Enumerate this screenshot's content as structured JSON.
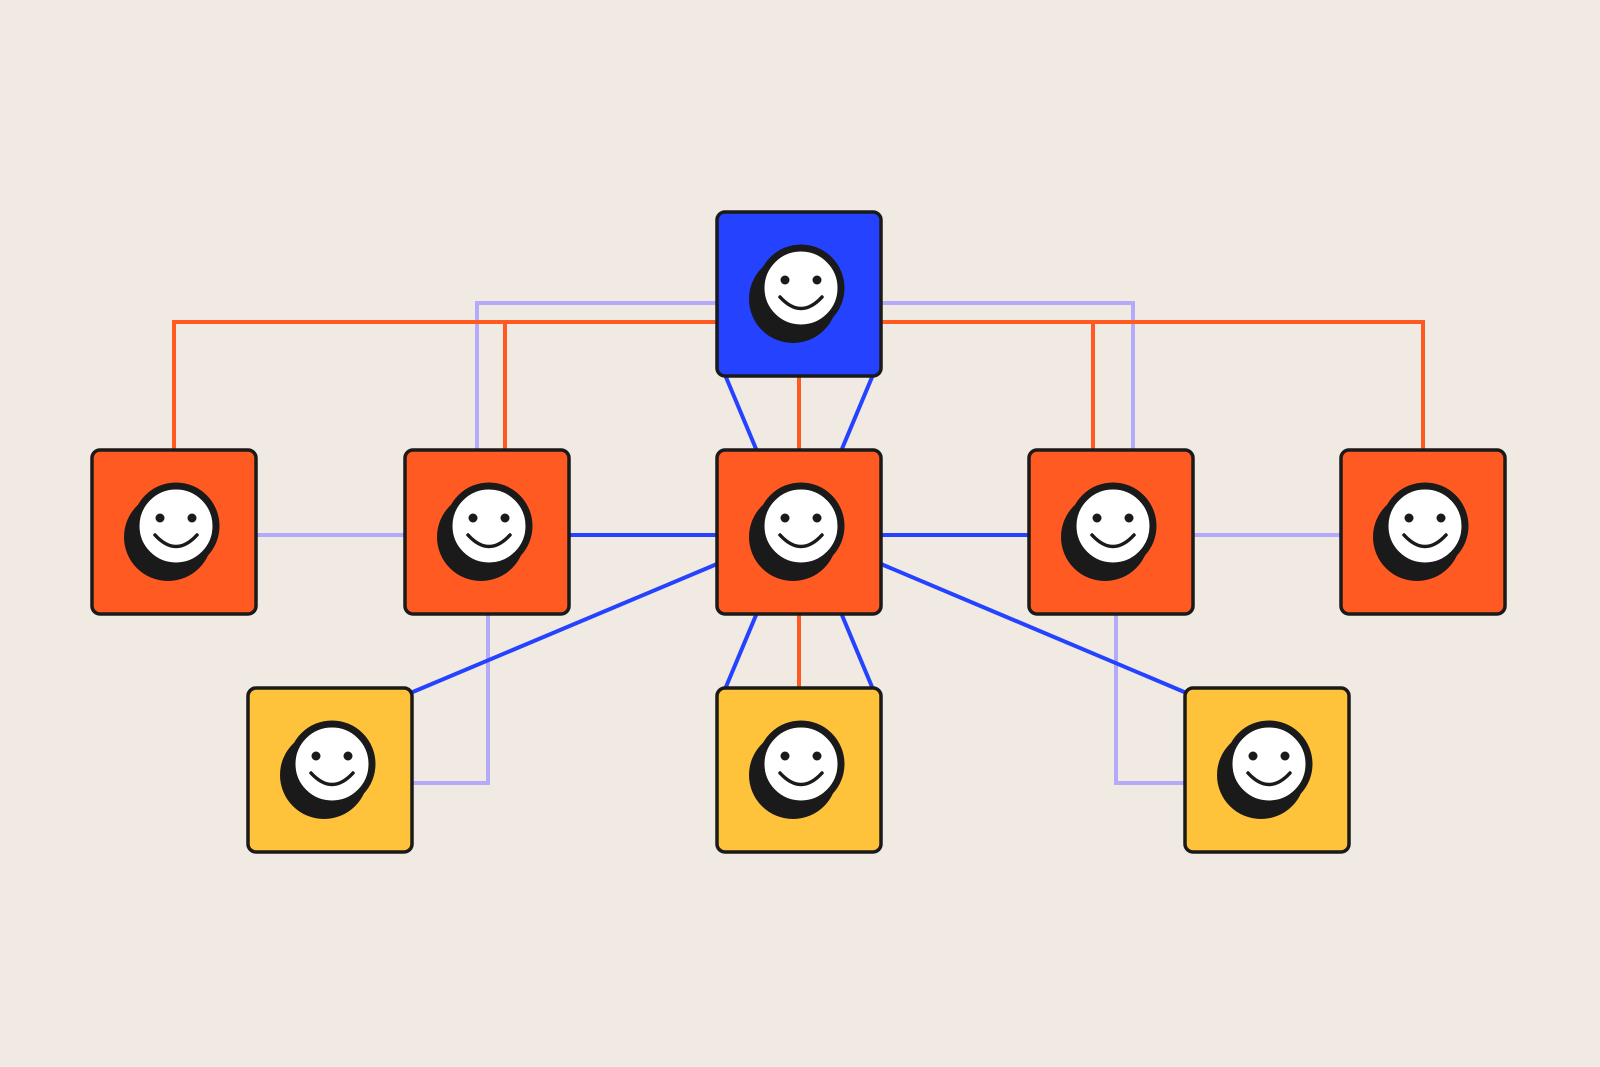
{
  "colors": {
    "background": "#F1EAE3",
    "outline": "#1A1A1A",
    "face": "#FFFFFF",
    "shadow": "#1A1A1A",
    "blue_node": "#2543FF",
    "orange_node": "#FF5A22",
    "yellow_node": "#FFC23B",
    "orange_link": "#FF5A22",
    "blue_link": "#2543FF",
    "lavender_link": "#B3AAFA"
  },
  "nodes": [
    {
      "id": "top",
      "role": "leader",
      "fill": "blue_node",
      "icon": "smiley-face-icon"
    },
    {
      "id": "mid-far-left",
      "role": "member",
      "fill": "orange_node",
      "icon": "smiley-face-icon"
    },
    {
      "id": "mid-left",
      "role": "member",
      "fill": "orange_node",
      "icon": "smiley-face-icon"
    },
    {
      "id": "mid-center",
      "role": "member",
      "fill": "orange_node",
      "icon": "smiley-face-icon"
    },
    {
      "id": "mid-right",
      "role": "member",
      "fill": "orange_node",
      "icon": "smiley-face-icon"
    },
    {
      "id": "mid-far-right",
      "role": "member",
      "fill": "orange_node",
      "icon": "smiley-face-icon"
    },
    {
      "id": "bottom-left",
      "role": "member",
      "fill": "yellow_node",
      "icon": "smiley-face-icon"
    },
    {
      "id": "bottom-center",
      "role": "member",
      "fill": "yellow_node",
      "icon": "smiley-face-icon"
    },
    {
      "id": "bottom-right",
      "role": "member",
      "fill": "yellow_node",
      "icon": "smiley-face-icon"
    }
  ],
  "edges": [
    {
      "from": "top",
      "to": "mid-far-left",
      "color": "orange_link",
      "style": "elbow"
    },
    {
      "from": "top",
      "to": "mid-left",
      "color": "orange_link",
      "style": "elbow"
    },
    {
      "from": "top",
      "to": "mid-right",
      "color": "orange_link",
      "style": "elbow"
    },
    {
      "from": "top",
      "to": "mid-far-right",
      "color": "orange_link",
      "style": "elbow"
    },
    {
      "from": "top",
      "to": "mid-left",
      "color": "lavender_link",
      "style": "elbow"
    },
    {
      "from": "top",
      "to": "mid-right",
      "color": "lavender_link",
      "style": "elbow"
    },
    {
      "from": "top",
      "to": "mid-center",
      "color": "orange_link",
      "style": "straight"
    },
    {
      "from": "top",
      "to": "mid-center",
      "color": "blue_link",
      "style": "diagonal-pair"
    },
    {
      "from": "mid-far-left",
      "to": "mid-left",
      "color": "lavender_link",
      "style": "straight"
    },
    {
      "from": "mid-left",
      "to": "mid-center",
      "color": "blue_link",
      "style": "straight"
    },
    {
      "from": "mid-center",
      "to": "mid-right",
      "color": "blue_link",
      "style": "straight"
    },
    {
      "from": "mid-right",
      "to": "mid-far-right",
      "color": "lavender_link",
      "style": "straight"
    },
    {
      "from": "mid-center",
      "to": "bottom-left",
      "color": "blue_link",
      "style": "straight"
    },
    {
      "from": "mid-center",
      "to": "bottom-right",
      "color": "blue_link",
      "style": "straight"
    },
    {
      "from": "mid-center",
      "to": "bottom-center",
      "color": "orange_link",
      "style": "straight"
    },
    {
      "from": "mid-center",
      "to": "bottom-center",
      "color": "blue_link",
      "style": "diagonal-pair"
    },
    {
      "from": "mid-left",
      "to": "bottom-left",
      "color": "lavender_link",
      "style": "elbow"
    },
    {
      "from": "mid-right",
      "to": "bottom-right",
      "color": "lavender_link",
      "style": "elbow"
    }
  ]
}
